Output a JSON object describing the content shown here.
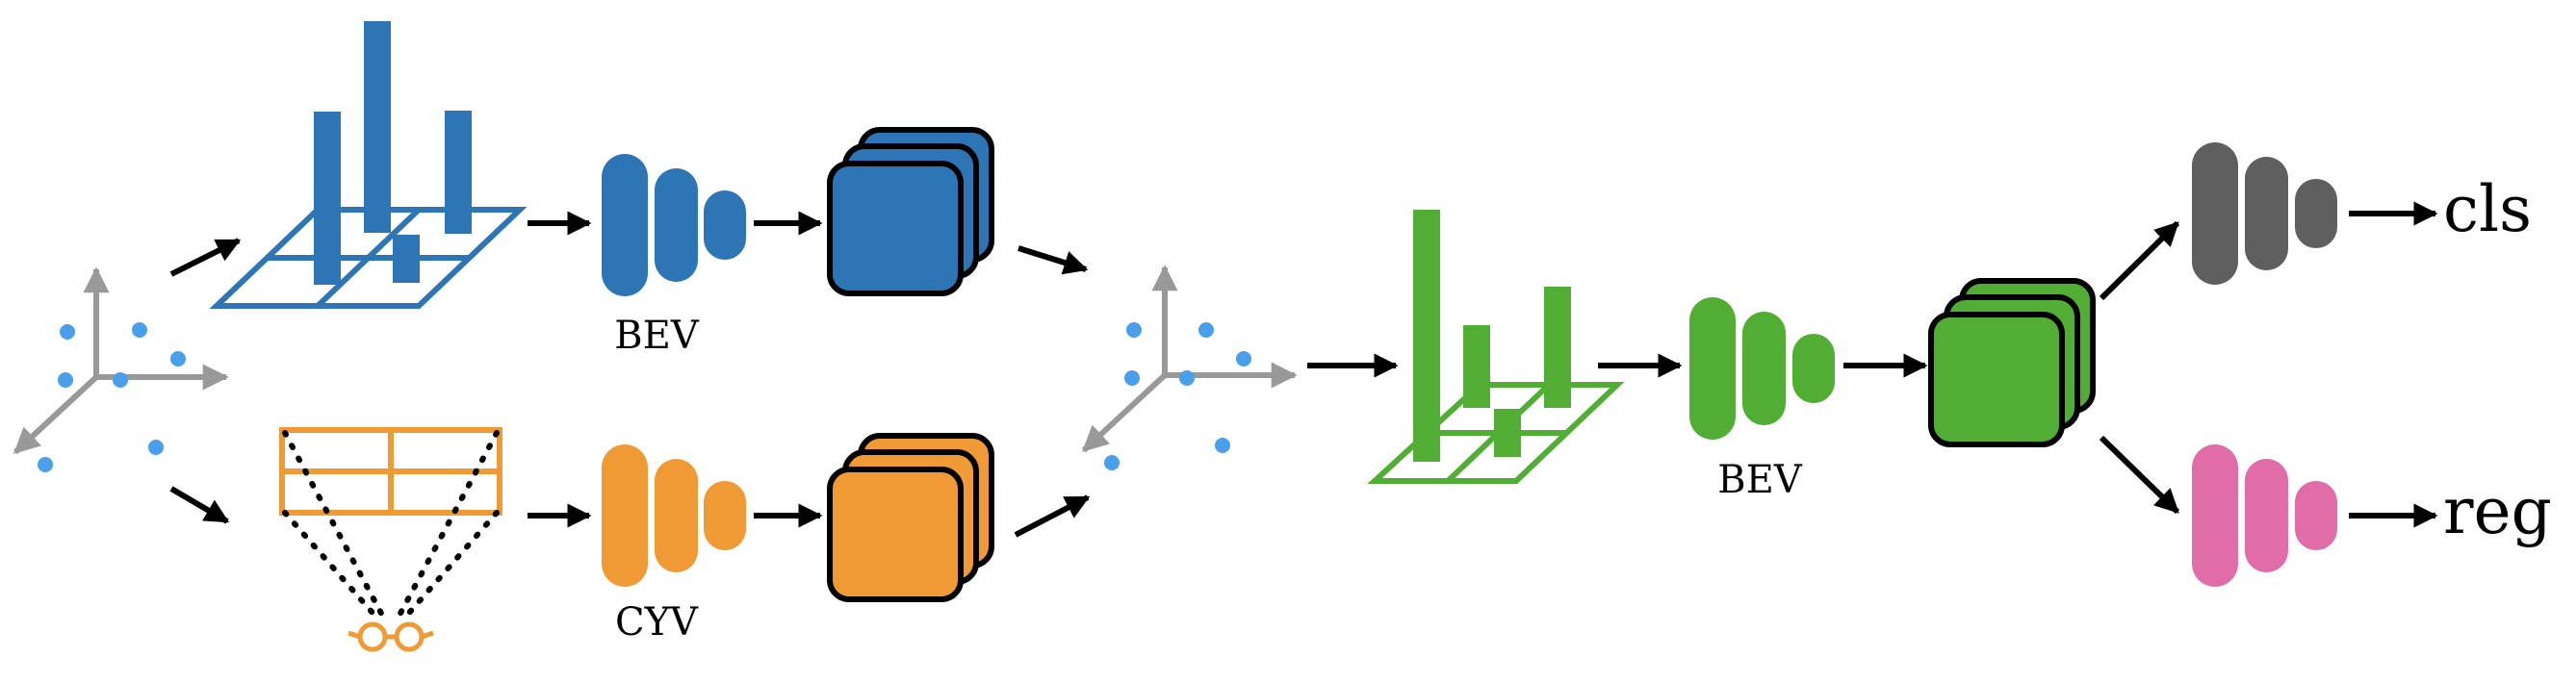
{
  "labels": {
    "bev_top": "BEV",
    "cyv_bottom": "CYV",
    "bev_fused": "BEV",
    "cls": "cls",
    "reg": "reg"
  },
  "colors": {
    "blue": "#2e75b6",
    "orange": "#f09a36",
    "green": "#52ad35",
    "gray_head": "#5f5f5f",
    "pink_head": "#e06ca8",
    "points": "#4a9fea",
    "axes": "#999999",
    "arrows": "#000000"
  }
}
